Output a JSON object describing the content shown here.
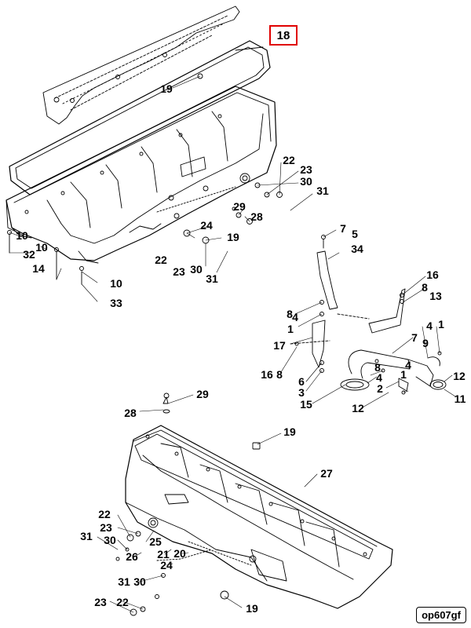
{
  "highlighted_part": "18",
  "drawing_code": "op607gf",
  "colors": {
    "highlight": "#e00000",
    "line": "#000000"
  },
  "upper_pan_callouts": [
    "19",
    "22",
    "23",
    "30",
    "31",
    "29",
    "28",
    "24",
    "19",
    "22",
    "23",
    "30",
    "31",
    "10",
    "32",
    "10",
    "14",
    "10",
    "33"
  ],
  "pipe_assembly_callouts": [
    "7",
    "5",
    "34",
    "16",
    "8",
    "13",
    "8",
    "4",
    "1",
    "4",
    "1",
    "17",
    "7",
    "9",
    "16",
    "8",
    "4",
    "12",
    "6",
    "8",
    "4",
    "3",
    "2",
    "1",
    "15",
    "12",
    "11"
  ],
  "lower_pan_callouts": [
    "29",
    "28",
    "19",
    "27",
    "22",
    "23",
    "30",
    "31",
    "25",
    "26",
    "21",
    "20",
    "24",
    "31",
    "30",
    "23",
    "22",
    "19"
  ]
}
